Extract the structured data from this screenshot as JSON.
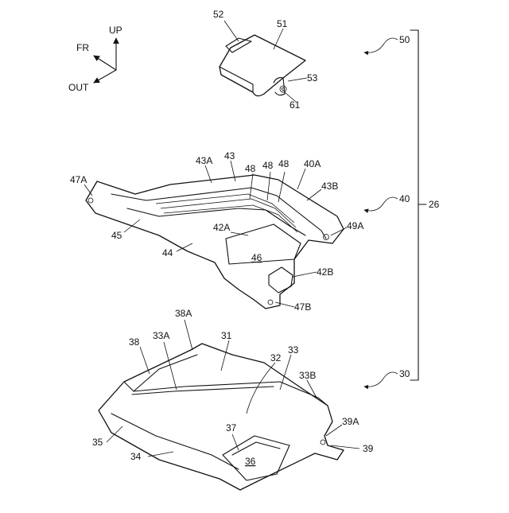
{
  "directions": {
    "up": "UP",
    "front": "FR",
    "outward": "OUT"
  },
  "assembly": {
    "label": "26"
  },
  "bracket_50": {
    "ref": "50",
    "labels": [
      "51",
      "52",
      "53",
      "61"
    ]
  },
  "tray_40": {
    "ref": "40",
    "labels": [
      "40A",
      "43A",
      "43",
      "48",
      "48",
      "48",
      "43B",
      "47A",
      "49A",
      "42A",
      "45",
      "44",
      "46",
      "42B",
      "47B"
    ]
  },
  "tray_30": {
    "ref": "30",
    "labels": [
      "38A",
      "38",
      "33A",
      "31",
      "32",
      "33",
      "33B",
      "39A",
      "39",
      "37",
      "35",
      "34",
      "36"
    ]
  }
}
